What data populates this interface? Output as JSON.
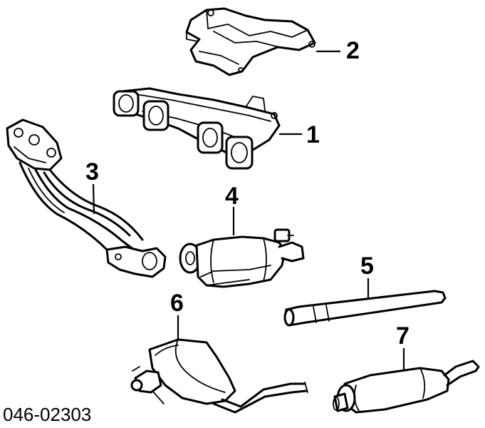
{
  "diagram_code": "046-02303",
  "callouts": {
    "c1": "1",
    "c2": "2",
    "c3": "3",
    "c4": "4",
    "c5": "5",
    "c6": "6",
    "c7": "7"
  },
  "parts": [
    {
      "callout": "1",
      "icon": "exhaust-manifold"
    },
    {
      "callout": "2",
      "icon": "manifold-heat-shield"
    },
    {
      "callout": "3",
      "icon": "front-exhaust-pipe"
    },
    {
      "callout": "4",
      "icon": "catalytic-converter"
    },
    {
      "callout": "5",
      "icon": "intermediate-pipe"
    },
    {
      "callout": "6",
      "icon": "center-muffler"
    },
    {
      "callout": "7",
      "icon": "rear-muffler"
    }
  ]
}
